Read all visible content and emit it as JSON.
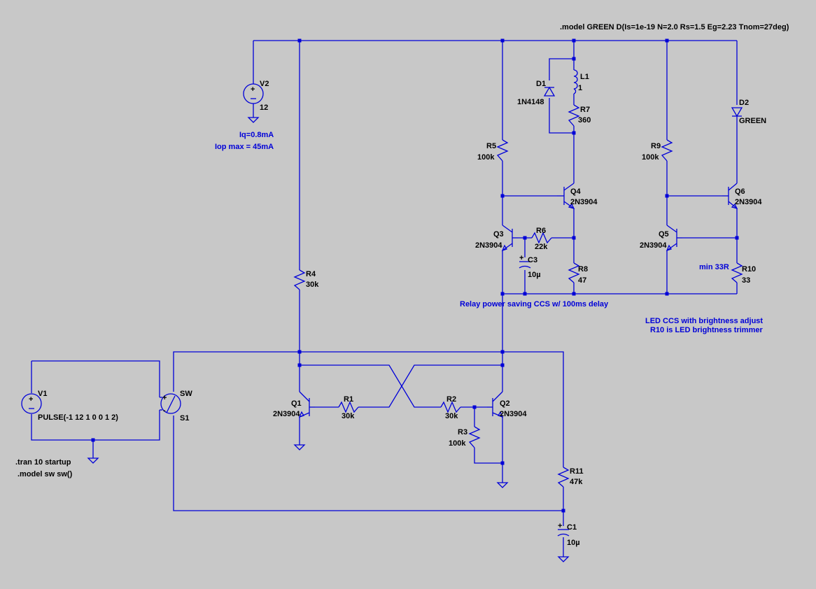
{
  "colors": {
    "background": "#c8c8c8",
    "wire": "#0000d8",
    "label": "#000000",
    "comment": "#0000d8"
  },
  "directives": {
    "model_green": ".model GREEN D(Is=1e-19 N=2.0 Rs=1.5 Eg=2.23 Tnom=27deg)",
    "tran": ".tran 10 startup",
    "model_sw": ".model sw sw()"
  },
  "comments": {
    "iq": "Iq=0.8mA",
    "iop": "Iop max = 45mA",
    "relay_ccs": "Relay power saving CCS w/ 100ms delay",
    "led_ccs": "LED CCS with brightness adjust",
    "r10_note": "R10 is LED brightness trimmer",
    "min33": "min 33R"
  },
  "components": {
    "V2": {
      "name": "V2",
      "value": "12"
    },
    "V1": {
      "name": "V1",
      "value": "PULSE(-1 12 1 0 0 1 2)"
    },
    "S1": {
      "name": "S1",
      "value": "SW"
    },
    "D1": {
      "name": "D1",
      "value": "1N4148"
    },
    "D2": {
      "name": "D2",
      "value": "GREEN"
    },
    "L1": {
      "name": "L1",
      "value": "1"
    },
    "R1": {
      "name": "R1",
      "value": "30k"
    },
    "R2": {
      "name": "R2",
      "value": "30k"
    },
    "R3": {
      "name": "R3",
      "value": "100k"
    },
    "R4": {
      "name": "R4",
      "value": "30k"
    },
    "R5": {
      "name": "R5",
      "value": "100k"
    },
    "R6": {
      "name": "R6",
      "value": "22k"
    },
    "R7": {
      "name": "R7",
      "value": "360"
    },
    "R8": {
      "name": "R8",
      "value": "47"
    },
    "R9": {
      "name": "R9",
      "value": "100k"
    },
    "R10": {
      "name": "R10",
      "value": "33"
    },
    "R11": {
      "name": "R11",
      "value": "47k"
    },
    "C1": {
      "name": "C1",
      "value": "10µ"
    },
    "C3": {
      "name": "C3",
      "value": "10µ"
    },
    "Q1": {
      "name": "Q1",
      "value": "2N3904"
    },
    "Q2": {
      "name": "Q2",
      "value": "2N3904"
    },
    "Q3": {
      "name": "Q3",
      "value": "2N3904"
    },
    "Q4": {
      "name": "Q4",
      "value": "2N3904"
    },
    "Q5": {
      "name": "Q5",
      "value": "2N3904"
    },
    "Q6": {
      "name": "Q6",
      "value": "2N3904"
    }
  }
}
